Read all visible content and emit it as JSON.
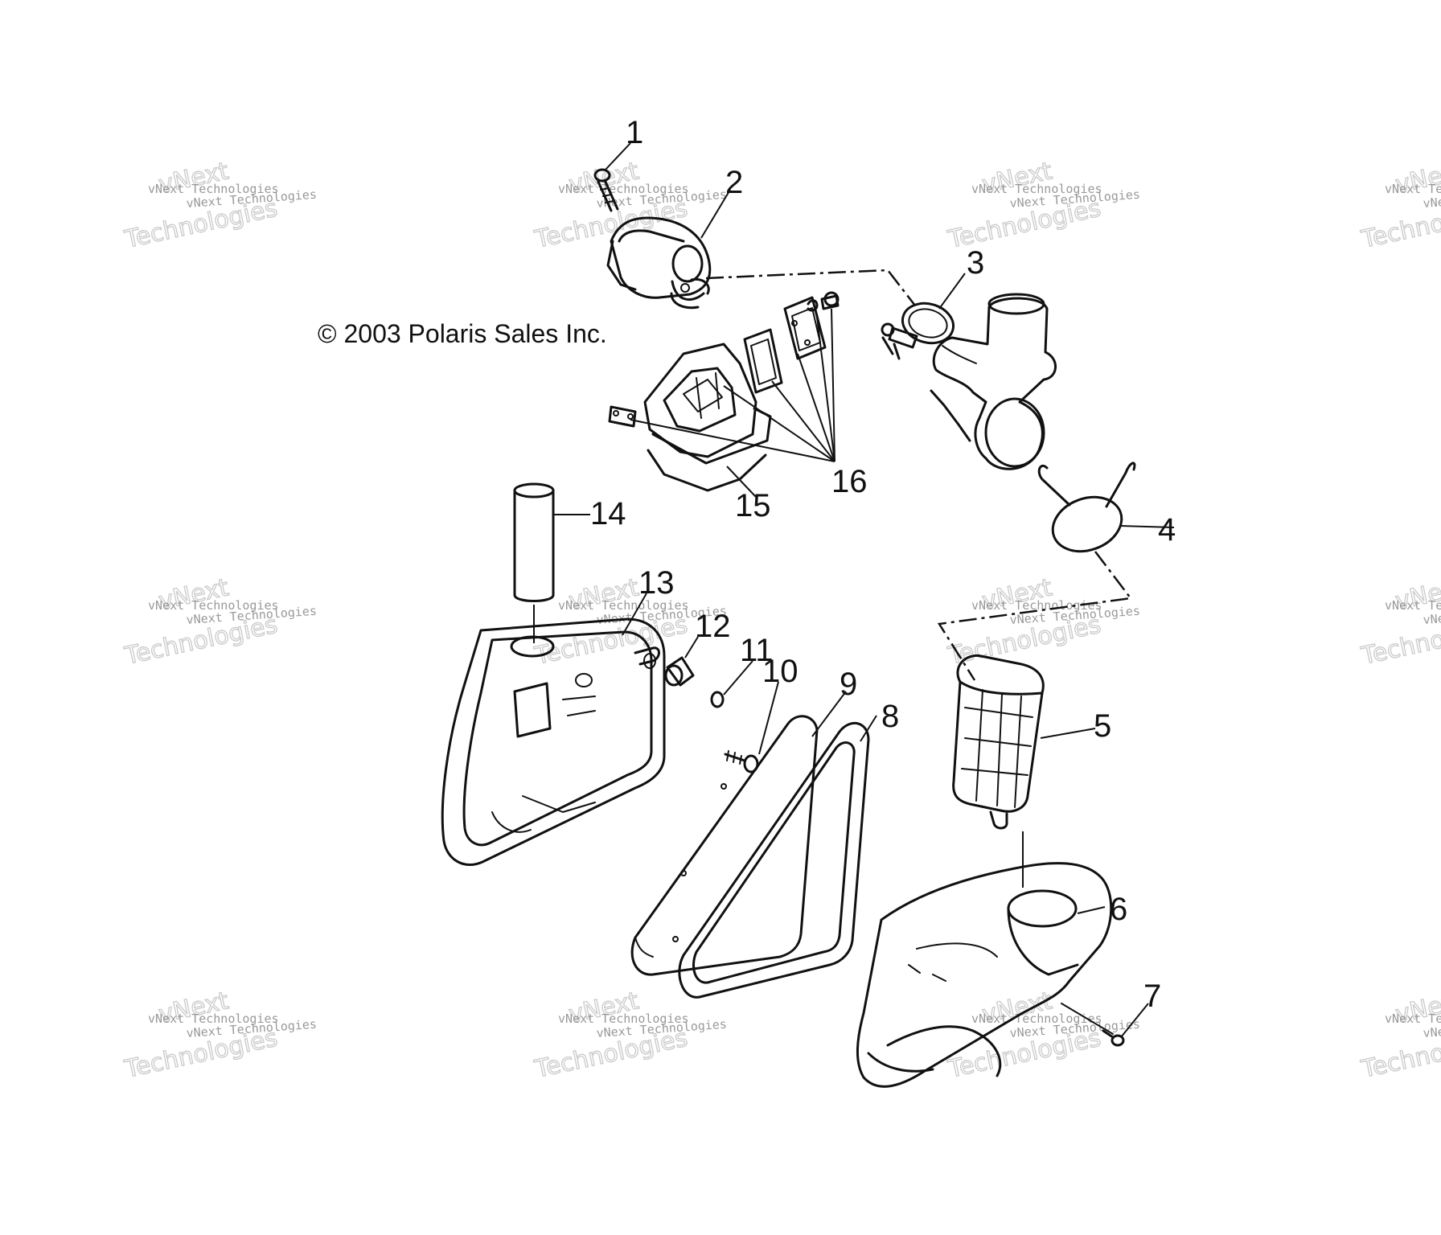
{
  "copyright": "© 2003 Polaris Sales Inc.",
  "watermark": {
    "small_text": "vNext Technologies",
    "big_line1": "vNext",
    "big_line2": "Technologies"
  },
  "callouts": [
    {
      "id": "1",
      "label": "1"
    },
    {
      "id": "2",
      "label": "2"
    },
    {
      "id": "3",
      "label": "3"
    },
    {
      "id": "4",
      "label": "4"
    },
    {
      "id": "5",
      "label": "5"
    },
    {
      "id": "6",
      "label": "6"
    },
    {
      "id": "7",
      "label": "7"
    },
    {
      "id": "8",
      "label": "8"
    },
    {
      "id": "9",
      "label": "9"
    },
    {
      "id": "10",
      "label": "10"
    },
    {
      "id": "11",
      "label": "11"
    },
    {
      "id": "12",
      "label": "12"
    },
    {
      "id": "13",
      "label": "13"
    },
    {
      "id": "14",
      "label": "14"
    },
    {
      "id": "15",
      "label": "15"
    },
    {
      "id": "16",
      "label": "16"
    }
  ],
  "colors": {
    "ink": "#111111",
    "watermark": "#bdbdbd",
    "background": "#ffffff"
  }
}
